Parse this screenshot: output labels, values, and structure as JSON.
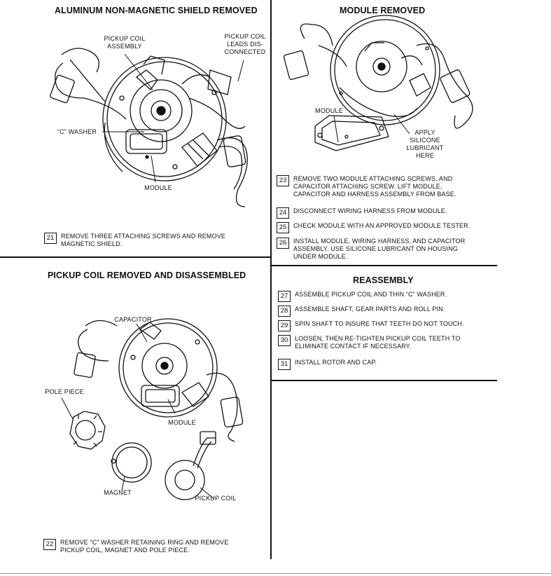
{
  "panels": {
    "shield_removed": {
      "title": "ALUMINUM NON-MAGNETIC SHIELD REMOVED",
      "labels": {
        "pickup_coil_assembly": "PICKUP COIL\nASSEMBLY",
        "pickup_coil_leads": "PICKUP COIL\nLEADS DIS-\nCONNECTED",
        "c_washer": "“C” WASHER",
        "module": "MODULE"
      },
      "step": {
        "number": "21",
        "text": "REMOVE THREE ATTACHING SCREWS AND REMOVE\nMAGNETIC SHIELD."
      }
    },
    "module_removed": {
      "title": "MODULE REMOVED",
      "labels": {
        "module": "MODULE",
        "lubricant": "APPLY\nSILICONE\nLUBRICANT\nHERE"
      },
      "steps": [
        {
          "number": "23",
          "text": "REMOVE TWO MODULE ATTACHING SCREWS, AND\nCAPACITOR ATTACHING SCREW. LIFT MODULE,\nCAPACITOR AND HARNESS ASSEMBLY FROM BASE."
        },
        {
          "number": "24",
          "text": "DISCONNECT WIRING HARNESS FROM MODULE."
        },
        {
          "number": "25",
          "text": "CHECK MODULE WITH AN APPROVED MODULE TESTER."
        },
        {
          "number": "26",
          "text": "INSTALL MODULE, WIRING HARNESS, AND CAPACITOR\nASSEMBLY. USE SILICONE LUBRICANT ON HOUSING\nUNDER MODULE."
        }
      ]
    },
    "pickup_removed": {
      "title": "PICKUP COIL REMOVED AND DISASSEMBLED",
      "labels": {
        "capacitor": "CAPACITOR",
        "pole_piece": "POLE PIECE",
        "module": "MODULE",
        "magnet": "MAGNET",
        "pickup_coil": "PICKUP COIL"
      },
      "step": {
        "number": "22",
        "text": "REMOVE “C” WASHER RETAINING RING AND REMOVE\nPICKUP COIL, MAGNET AND POLE PIECE."
      }
    },
    "reassembly": {
      "title": "REASSEMBLY",
      "steps": [
        {
          "number": "27",
          "text": "ASSEMBLE PICKUP COIL AND THIN “C” WASHER."
        },
        {
          "number": "28",
          "text": "ASSEMBLE SHAFT, GEAR PARTS AND ROLL PIN."
        },
        {
          "number": "29",
          "text": "SPIN SHAFT TO INSURE THAT TEETH DO NOT TOUCH."
        },
        {
          "number": "30",
          "text": "LOOSEN, THEN RE-TIGHTEN PICKUP COIL TEETH TO\nELIMINATE CONTACT IF NECESSARY."
        },
        {
          "number": "31",
          "text": "INSTALL ROTOR AND CAP."
        }
      ]
    }
  }
}
